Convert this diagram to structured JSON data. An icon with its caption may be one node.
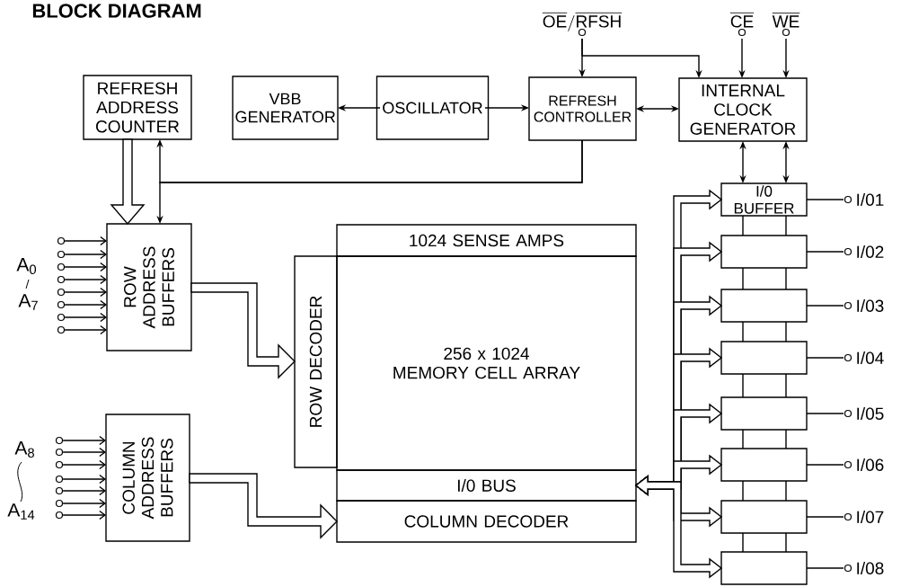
{
  "diagram": {
    "title": "BLOCK DIAGRAM",
    "nodes": [
      {
        "text": [
          "REFRESH ADDRESS COUNTER"
        ]
      },
      {
        "text": [
          "VBB GENERATOR"
        ]
      },
      {
        "text": [
          "OSCILLATOR"
        ]
      },
      {
        "text": [
          "REFRESH CONTROLLER"
        ]
      },
      {
        "text": [
          "INTERNAL CLOCK GENERATOR"
        ]
      },
      {
        "text": [
          "ROW ADDRESS BUFFERS"
        ]
      },
      {
        "text": [
          "COLUMN ADDRESS BUFFERS"
        ]
      },
      {
        "text": [
          "1024 SENSE AMPS"
        ]
      },
      {
        "text": [
          "ROW DECODER"
        ]
      },
      {
        "text": [
          "256 x 1024",
          "MEMORY CELL ARRAY"
        ]
      },
      {
        "text": [
          "I/0 BUS"
        ]
      },
      {
        "text": [
          "COLUMN DECODER"
        ]
      },
      {
        "text": [
          "I/0 BUFFER"
        ]
      },
      {
        "text": [],
        "shape": "box"
      },
      {
        "text": [],
        "shape": "box"
      },
      {
        "text": [],
        "shape": "box"
      },
      {
        "text": [],
        "shape": "box"
      },
      {
        "text": [],
        "shape": "box"
      },
      {
        "text": [],
        "shape": "box"
      },
      {
        "text": [],
        "shape": "box"
      },
      {
        "text": [
          "\\overline{\\mathrm{OE}}/\\overline{\\mathrm{RFSH}}"
        ]
      },
      {
        "text": [
          "\\overline{\\mathrm{CE}}"
        ]
      },
      {
        "text": [
          "\\overline{\\mathrm{WE}}"
        ]
      },
      {
        "text": [
          "I/01"
        ]
      },
      {
        "text": [
          "I/02"
        ]
      },
      {
        "text": [
          "I/03"
        ]
      },
      {
        "text": [
          "I/04"
        ]
      },
      {
        "text": [
          "I/05"
        ]
      },
      {
        "text": [
          "I/06"
        ]
      },
      {
        "text": [
          "I/07"
        ]
      },
      {
        "text": [
          "I/08"
        ]
      },
      {
        "text": [],
        "shape": "circle"
      },
      {
        "text": [],
        "shape": "circle"
      },
      {
        "text": [],
        "shape": "circle"
      },
      {
        "text": [],
        "shape": "circle"
      },
      {
        "text": [],
        "shape": "circle"
      },
      {
        "text": [],
        "shape": "circle"
      },
      {
        "text": [],
        "shape": "circle"
      },
      {
        "text": [],
        "shape": "circle"
      },
      {
        "text": [],
        "shape": "circle"
      },
      {
        "text": [],
        "shape": "circle"
      },
      {
        "text": [],
        "shape": "circle"
      },
      {
        "text": [],
        "shape": "circle"
      },
      {
        "text": [],
        "shape": "circle"
      },
      {
        "text": [],
        "shape": "circle"
      },
      {
        "text": [],
        "shape": "circle"
      }
    ],
    "edges": [
      {
        "from": 2,
        "to": 1,
        "arrow": "to"
      },
      {
        "from": 2,
        "to": 3,
        "arrow": "to"
      },
      {
        "from": 3,
        "to": 4,
        "arrow": "both"
      },
      {
        "from": 20,
        "to": 3,
        "arrow": "to"
      },
      {
        "from": 20,
        "to": 4,
        "arrow": "to"
      },
      {
        "from": 21,
        "to": 4,
        "arrow": "to"
      },
      {
        "from": 22,
        "to": 4,
        "arrow": "to"
      },
      {
        "from": 3,
        "to": 0,
        "arrow": "to"
      },
      {
        "from": 3,
        "to": 5,
        "arrow": "to"
      },
      {
        "from": 0,
        "to": 5,
        "arrow": "to",
        "style": "thick"
      },
      {
        "from": 5,
        "to": 8,
        "arrow": "to",
        "style": "thick"
      },
      {
        "from": 6,
        "to": 11,
        "arrow": "to",
        "style": "thick"
      },
      {
        "from": 4,
        "to": 12,
        "arrow": "both"
      },
      {
        "from": 4,
        "to": 12,
        "arrow": "both"
      },
      {
        "from": 31,
        "to": 5,
        "arrow": "to"
      },
      {
        "from": 32,
        "to": 5,
        "arrow": "to"
      },
      {
        "from": 33,
        "to": 5,
        "arrow": "to"
      },
      {
        "from": 34,
        "to": 5,
        "arrow": "to"
      },
      {
        "from": 35,
        "to": 5,
        "arrow": "to"
      },
      {
        "from": 36,
        "to": 5,
        "arrow": "to"
      },
      {
        "from": 37,
        "to": 5,
        "arrow": "to"
      },
      {
        "from": 38,
        "to": 5,
        "arrow": "to"
      },
      {
        "from": 39,
        "to": 6,
        "arrow": "to"
      },
      {
        "from": 40,
        "to": 6,
        "arrow": "to"
      },
      {
        "from": 41,
        "to": 6,
        "arrow": "to"
      },
      {
        "from": 42,
        "to": 6,
        "arrow": "to"
      },
      {
        "from": 43,
        "to": 6,
        "arrow": "to"
      },
      {
        "from": 44,
        "to": 6,
        "arrow": "to"
      },
      {
        "from": 45,
        "to": 6,
        "arrow": "to"
      },
      {
        "from": 12,
        "to": 10,
        "arrow": "both",
        "style": "thick"
      },
      {
        "from": 13,
        "to": 10,
        "arrow": "both",
        "style": "thick"
      },
      {
        "from": 14,
        "to": 10,
        "arrow": "both",
        "style": "thick"
      },
      {
        "from": 15,
        "to": 10,
        "arrow": "both",
        "style": "thick"
      },
      {
        "from": 16,
        "to": 10,
        "arrow": "both",
        "style": "thick"
      },
      {
        "from": 17,
        "to": 10,
        "arrow": "both",
        "style": "thick"
      },
      {
        "from": 18,
        "to": 10,
        "arrow": "both",
        "style": "thick"
      },
      {
        "from": 19,
        "to": 10,
        "arrow": "both",
        "style": "thick"
      },
      {
        "from": 12,
        "to": 13,
        "arrow": "none"
      },
      {
        "from": 12,
        "to": 13,
        "arrow": "none"
      },
      {
        "from": 13,
        "to": 14,
        "arrow": "none"
      },
      {
        "from": 13,
        "to": 14,
        "arrow": "none"
      },
      {
        "from": 14,
        "to": 15,
        "arrow": "none"
      },
      {
        "from": 14,
        "to": 15,
        "arrow": "none"
      },
      {
        "from": 15,
        "to": 16,
        "arrow": "none"
      },
      {
        "from": 15,
        "to": 16,
        "arrow": "none"
      },
      {
        "from": 16,
        "to": 17,
        "arrow": "none"
      },
      {
        "from": 16,
        "to": 17,
        "arrow": "none"
      },
      {
        "from": 17,
        "to": 18,
        "arrow": "none"
      },
      {
        "from": 17,
        "to": 18,
        "arrow": "none"
      },
      {
        "from": 18,
        "to": 19,
        "arrow": "none"
      },
      {
        "from": 18,
        "to": 19,
        "arrow": "none"
      },
      {
        "from": 12,
        "to": 23,
        "arrow": "none"
      },
      {
        "from": 13,
        "to": 24,
        "arrow": "none"
      },
      {
        "from": 14,
        "to": 25,
        "arrow": "none"
      },
      {
        "from": 15,
        "to": 26,
        "arrow": "none"
      },
      {
        "from": 16,
        "to": 27,
        "arrow": "none"
      },
      {
        "from": 17,
        "to": 28,
        "arrow": "none"
      },
      {
        "from": 18,
        "to": 29,
        "arrow": "none"
      },
      {
        "from": 19,
        "to": 30,
        "arrow": "none"
      }
    ],
    "labels": [
      "A$_{0}$",
      "A$_{7}$",
      "A$_{8}$",
      "A$_{14}$"
    ]
  }
}
